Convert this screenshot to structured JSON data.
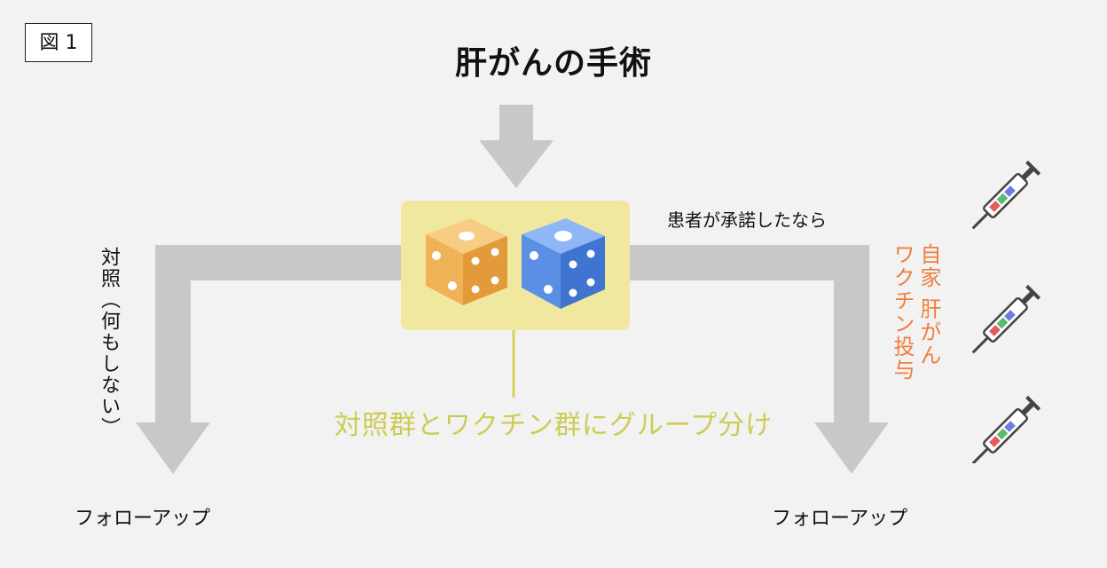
{
  "figure_label": "図 1",
  "title": "肝がんの手術",
  "consent_text": "患者が承諾したなら",
  "control_label": "対照（何もしない）",
  "vaccine_label": "自家 肝がん ワクチン投与",
  "vaccine_lines": [
    "自家 肝がん",
    "ワクチン投与"
  ],
  "grouping_text": "対照群とワクチン群にグループ分け",
  "follow_up_left": "フォローアップ",
  "follow_up_right": "フォローアップ",
  "colors": {
    "background": "#f2f2f2",
    "arrow": "#c8c8c8",
    "dice_box": "#f1e8a0",
    "grouping_text": "#cccc55",
    "vaccine_text": "#ef7f3c",
    "die_orange": "#f0b257",
    "die_blue": "#5b8fe6"
  }
}
